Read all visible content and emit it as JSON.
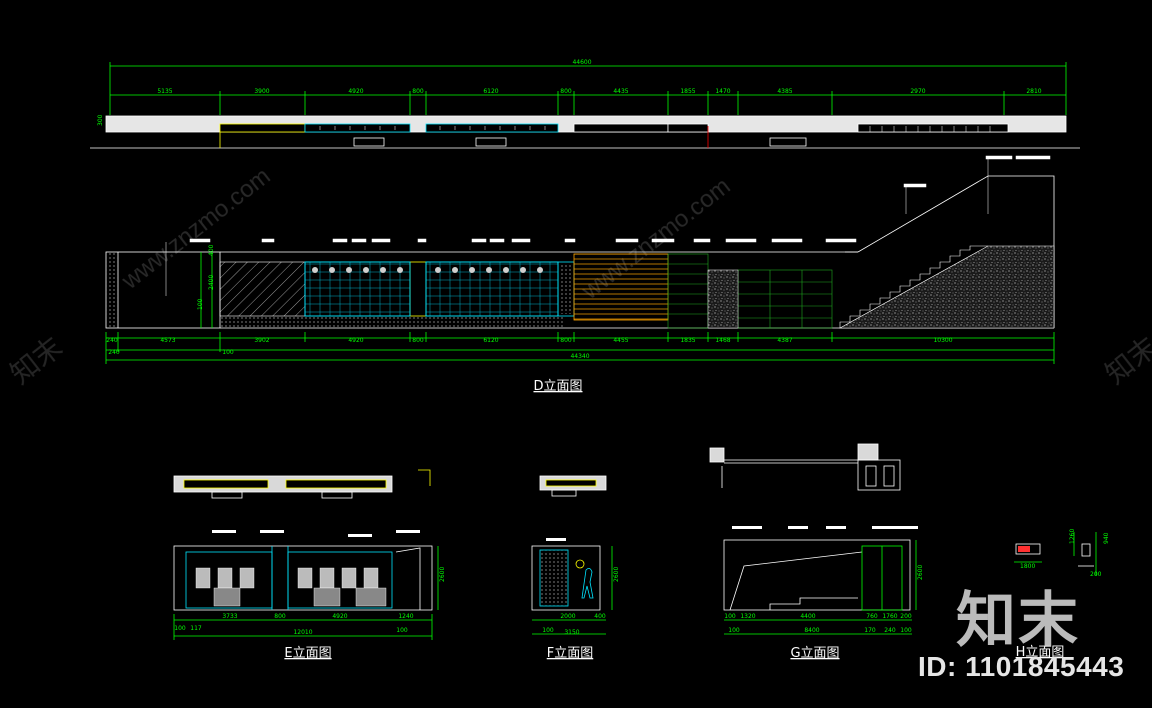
{
  "colors": {
    "background": "#000000",
    "dimension": "#00ff00",
    "outline": "#ffffff",
    "accent_cyan": "#00e5ff",
    "accent_yellow": "#ffff00",
    "accent_orange": "#ffa500",
    "accent_red": "#ff0000"
  },
  "plan_d": {
    "overall": "44600",
    "dims": [
      "5135",
      "3900",
      "4920",
      "800",
      "6120",
      "800",
      "4435",
      "1855",
      "1470",
      "4385",
      "2970",
      "2810"
    ],
    "height": "300"
  },
  "elevation_d": {
    "title": "D立面图",
    "overall": "44340",
    "dims": [
      "240",
      "4573",
      "3902",
      "4920",
      "800",
      "6120",
      "800",
      "4455",
      "1835",
      "1468",
      "4387",
      "10300"
    ],
    "sub_dims": [
      "240",
      "100"
    ],
    "heights": [
      "100",
      "2400",
      "400"
    ]
  },
  "elevation_e": {
    "title": "E立面图",
    "dims": [
      "100",
      "117",
      "3733",
      "800",
      "4920",
      "1240",
      "100"
    ],
    "overall": "12010",
    "height": "2600"
  },
  "elevation_f": {
    "title": "F立面图",
    "dims": [
      "100",
      "2000",
      "400"
    ],
    "overall": "3150",
    "height": "2600"
  },
  "elevation_g": {
    "title": "G立面图",
    "dims": [
      "100",
      "1320",
      "4400",
      "760",
      "1760",
      "200"
    ],
    "overall": "8400",
    "sub_dims": [
      "100",
      "170",
      "240",
      "100"
    ],
    "height": "2600"
  },
  "elevation_h": {
    "title": "H立面图",
    "dims": [
      "1800"
    ],
    "heights": [
      "1260",
      "940",
      "200"
    ]
  },
  "watermark": {
    "brand": "知末",
    "id": "ID: 1101845443",
    "url": "www.znzmo.com"
  }
}
